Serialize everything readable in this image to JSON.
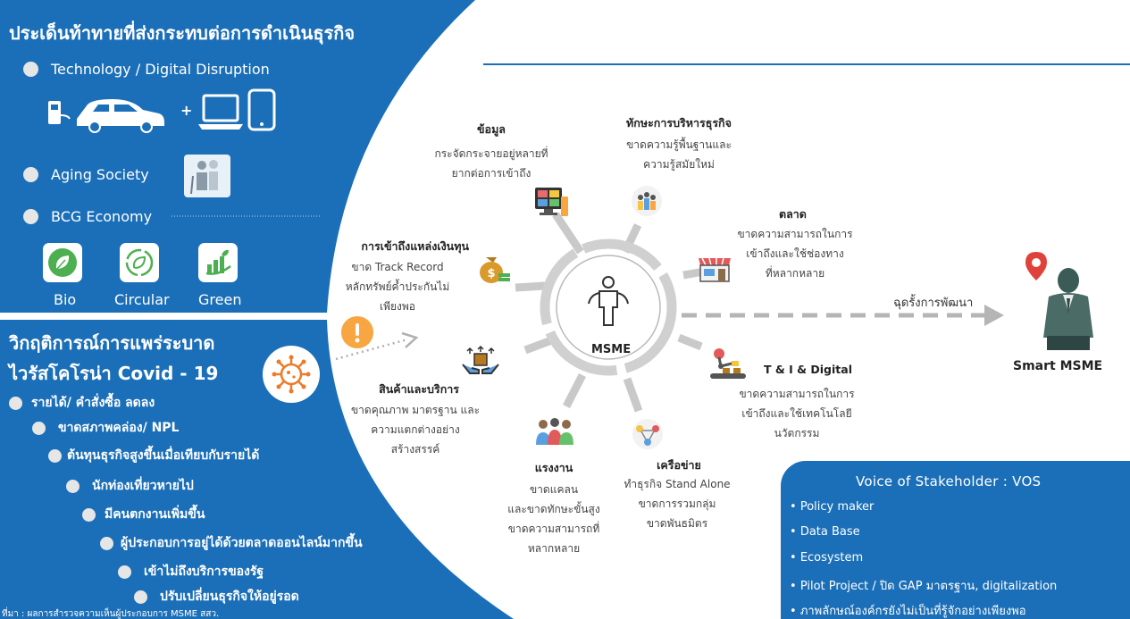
{
  "left_panel": {
    "title": "ประเด็นท้าทายที่ส่งกระทบต่อการดำเนินธุรกิจ",
    "challenges": [
      "Technology / Digital Disruption",
      "Aging Society",
      "BCG Economy"
    ],
    "plus_sign": "+",
    "bcg_items": [
      "Bio",
      "Circular",
      "Green"
    ]
  },
  "crisis_panel": {
    "title_line1": "วิกฤติการณ์การแพร่ระบาด",
    "title_line2": "ไวรัสโคโรน่า Covid - 19",
    "impacts": [
      "รายได้/ คำสั่งซื้อ ลดลง",
      "ขาดสภาพคล่อง/ NPL",
      "ต้นทุนธุรกิจสูงขึ้นเมื่อเทียบกับรายได้",
      "นักท่องเที่ยวหายไป",
      "มีคนตกงานเพิ่มขึ้น",
      "ผู้ประกอบการอยู่ได้ด้วยตลาดออนไลน์มากขึ้น",
      "เข้าไม่ถึงบริการของรัฐ",
      "ปรับเปลี่ยนธุรกิจให้อยู่รอด"
    ],
    "source": "ที่มา : ผลการสำรวจความเห็นผู้ประกอบการ MSME สสว."
  },
  "hub": {
    "center_label": "MSME",
    "nodes": {
      "data": {
        "title": "ข้อมูล",
        "lines": [
          "กระจัดกระจายอยู่หลายที่",
          "ยากต่อการเข้าถึง"
        ]
      },
      "management": {
        "title": "ทักษะการบริหารธุรกิจ",
        "lines": [
          "ขาดความรู้พื้นฐานและ",
          "ความรู้สมัยใหม่"
        ]
      },
      "market": {
        "title": "ตลาด",
        "lines": [
          "ขาดความสามารถในการ",
          "เข้าถึงและใช้ช่องทาง",
          "ที่หลากหลาย"
        ]
      },
      "finance": {
        "title": "การเข้าถึงแหล่งเงินทุน",
        "lines": [
          "ขาด Track Record",
          "หลักทรัพย์ค้ำประกันไม่",
          "เพียงพอ"
        ]
      },
      "tech": {
        "title": "T & I & Digital",
        "lines": [
          "ขาดความสามารถในการ",
          "เข้าถึงและใช้เทคโนโลยี",
          "นวัตกรรม"
        ]
      },
      "products": {
        "title": "สินค้าและบริการ",
        "lines": [
          "ขาดคุณภาพ มาตรฐาน และ",
          "ความแตกต่างอย่าง",
          "สร้างสรรค์"
        ]
      },
      "labor": {
        "title": "แรงงาน",
        "lines": [
          "ขาดแคลน",
          "และขาดทักษะขั้นสูง",
          "ขาดความสามารถที่",
          "หลากหลาย"
        ]
      },
      "network": {
        "title": "เครือข่าย",
        "lines": [
          "ทำธุรกิจ Stand Alone",
          "ขาดการรวมกลุ่ม",
          "ขาดพันธมิตร"
        ]
      }
    }
  },
  "goal": {
    "arrow_label": "ฉุดรั้งการพัฒนา",
    "target_label": "Smart MSME"
  },
  "vos": {
    "title": "Voice of  Stakeholder : VOS",
    "items": [
      "Policy maker",
      "Data Base",
      "Ecosystem",
      "Pilot Project / ปิด  GAP มาตรฐาน, digitalization",
      "ภาพลักษณ์องค์กรยังไม่เป็นที่รู้จักอย่างเพียงพอ"
    ]
  },
  "colors": {
    "primary_blue": "#1b6fb8",
    "bullet_grey": "#e6e6e6",
    "spoke_grey": "#c9c9c9",
    "warning_orange": "#f7a641",
    "virus_orange": "#ec7a2a",
    "bcg_green": "#4caf50"
  },
  "icons": {
    "challenge_tech": [
      "fuel-pump-icon",
      "electric-car-icon",
      "laptop-icon",
      "smartphone-icon"
    ],
    "aging": "elderly-couple-icon",
    "bcg": [
      "leaf-icon",
      "recycle-leaf-icon",
      "growth-bars-icon"
    ],
    "nodes": [
      "computer-dashboard-icon",
      "team-growth-icon",
      "storefront-icon",
      "money-bag-icon",
      "robot-arm-icon",
      "hands-box-icon",
      "workers-group-icon",
      "network-people-icon"
    ],
    "center": "person-shrug-icon",
    "goal": [
      "location-pin-icon",
      "businessman-icon"
    ],
    "covid": "virus-icon",
    "warning": "exclamation-icon"
  }
}
